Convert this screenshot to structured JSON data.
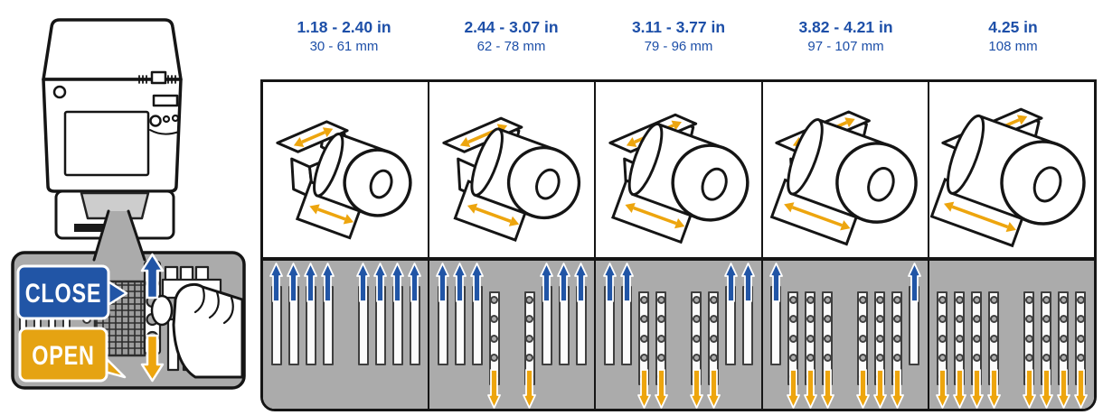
{
  "detail": {
    "close_label": "CLOSE",
    "open_label": "OPEN"
  },
  "columns": [
    {
      "width_in": "1.18 - 2.40 in",
      "width_mm": "30 - 61 mm",
      "relative_width": 0.42,
      "guide_groups": [
        [
          "close",
          "close",
          "close",
          "close"
        ],
        [
          "close",
          "close",
          "close",
          "close"
        ]
      ]
    },
    {
      "width_in": "2.44 - 3.07 in",
      "width_mm": "62 - 78 mm",
      "relative_width": 0.58,
      "guide_groups": [
        [
          "close",
          "close",
          "close",
          "open"
        ],
        [
          "open",
          "close",
          "close",
          "close"
        ]
      ]
    },
    {
      "width_in": "3.11 - 3.77 in",
      "width_mm": "79 - 96 mm",
      "relative_width": 0.74,
      "guide_groups": [
        [
          "close",
          "close",
          "open",
          "open"
        ],
        [
          "open",
          "open",
          "close",
          "close"
        ]
      ]
    },
    {
      "width_in": "3.82 - 4.21 in",
      "width_mm": "97 - 107 mm",
      "relative_width": 0.88,
      "guide_groups": [
        [
          "close",
          "open",
          "open",
          "open"
        ],
        [
          "open",
          "open",
          "open",
          "close"
        ]
      ]
    },
    {
      "width_in": "4.25 in",
      "width_mm": "108 mm",
      "relative_width": 1.0,
      "guide_groups": [
        [
          "open",
          "open",
          "open",
          "open"
        ],
        [
          "open",
          "open",
          "open",
          "open"
        ]
      ]
    }
  ],
  "colors": {
    "blue": "#2155a6",
    "header_text": "#1d4fa8",
    "orange": "#eda50e",
    "orange_bubble": "#e5a312",
    "gray_panel": "#ababab",
    "outline": "#151515"
  },
  "icons": {
    "close_direction": "up-arrow",
    "open_direction": "down-arrow",
    "paper_width": "double-headed-arrow"
  }
}
